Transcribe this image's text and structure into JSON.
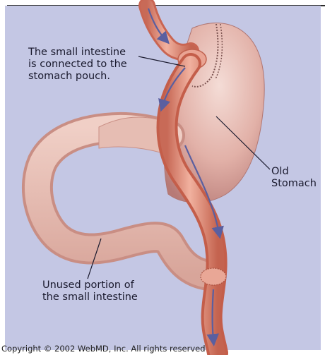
{
  "labels": {
    "small_intestine_connected": {
      "line1": "The small intestine",
      "line2": "is connected to the",
      "line3": "stomach pouch."
    },
    "old_stomach": {
      "line1": "Old",
      "line2": "Stomach"
    },
    "unused_portion": {
      "line1": "Unused portion of",
      "line2": "the small intestine"
    }
  },
  "copyright": "Copyright © 2002 WebMD, Inc. All rights reserved",
  "colors": {
    "background": "#c4c7e4",
    "tissue": "#e8a898",
    "arrow": "#5a5fa0"
  }
}
